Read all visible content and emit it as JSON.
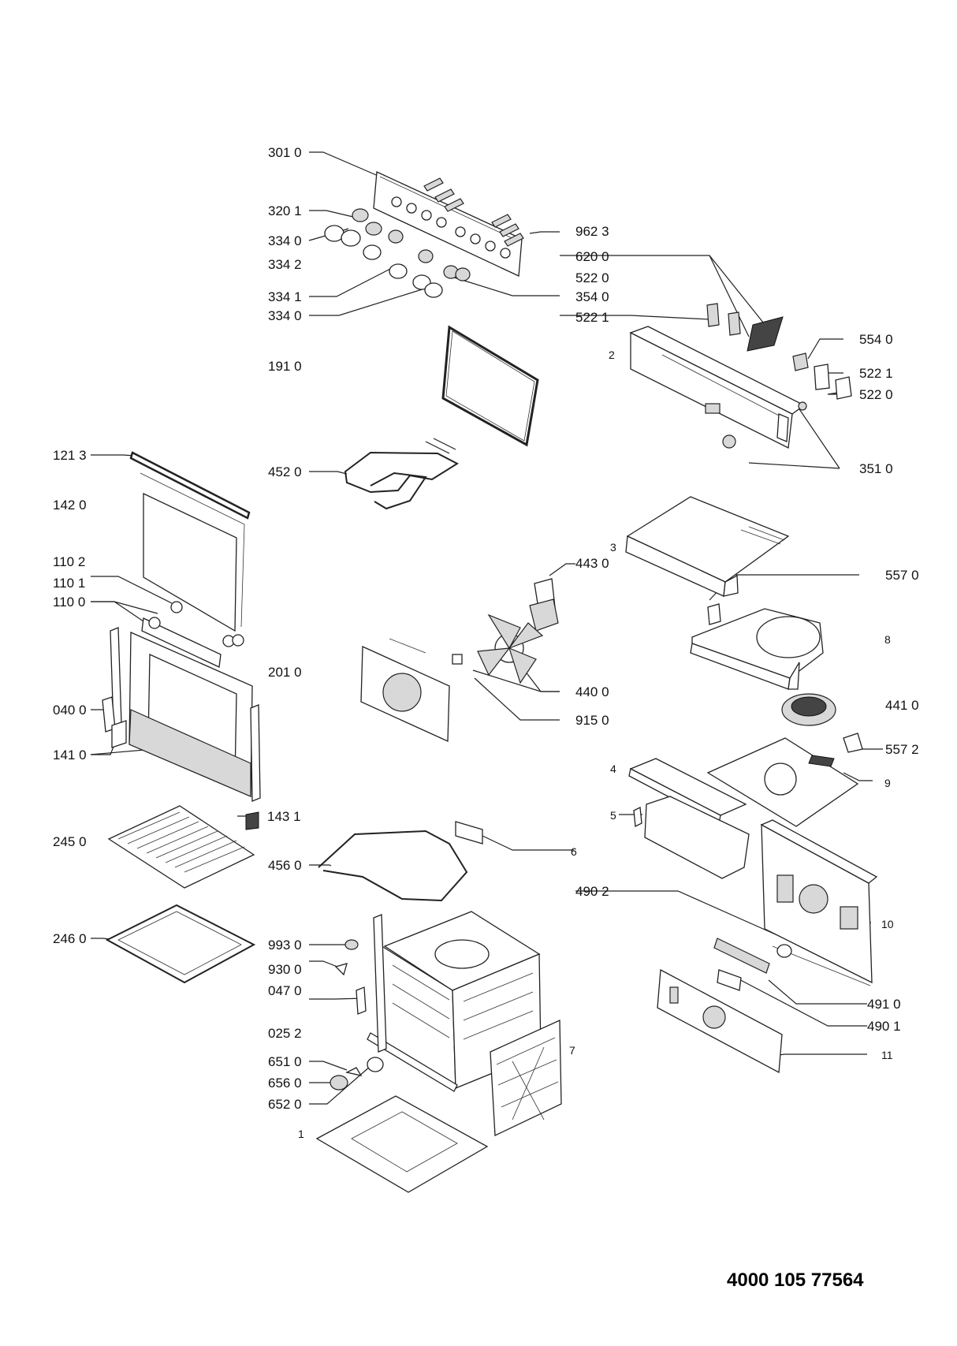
{
  "labels": {
    "l3010": "301 0",
    "l3201": "320 1",
    "l3340a": "334 0",
    "l3342": "334 2",
    "l3341": "334 1",
    "l3340b": "334 0",
    "l9623": "962 3",
    "l6200": "620 0",
    "l5220a": "522 0",
    "l3540": "354 0",
    "l5221a": "522 1",
    "l2": "2",
    "l5540": "554 0",
    "l5221b": "522 1",
    "l5220b": "522 0",
    "l1910": "191 0",
    "l3510": "351 0",
    "l1213": "121 3",
    "l4520": "452 0",
    "l1420": "142 0",
    "l3": "3",
    "l4430": "443 0",
    "l5570": "557 0",
    "l1102": "110 2",
    "l1101": "110 1",
    "l1100": "110 0",
    "l8": "8",
    "l2010": "201 0",
    "l4400": "440 0",
    "l0400": "040 0",
    "l9150": "915 0",
    "l4410": "441 0",
    "l1410": "141 0",
    "l5572": "557 2",
    "l4": "4",
    "l9": "9",
    "l5": "5",
    "l1431": "143 1",
    "l2450": "245 0",
    "l6": "6",
    "l4560": "456 0",
    "l4902": "490 2",
    "l10": "10",
    "l2460": "246 0",
    "l9930": "993 0",
    "l9300": "930 0",
    "l0470": "047 0",
    "l4910": "491 0",
    "l4901": "490 1",
    "l0252": "025 2",
    "l7": "7",
    "l11": "11",
    "l6510": "651 0",
    "l6560": "656 0",
    "l6520": "652 0",
    "l1": "1"
  },
  "document_number": "4000 105 77564"
}
